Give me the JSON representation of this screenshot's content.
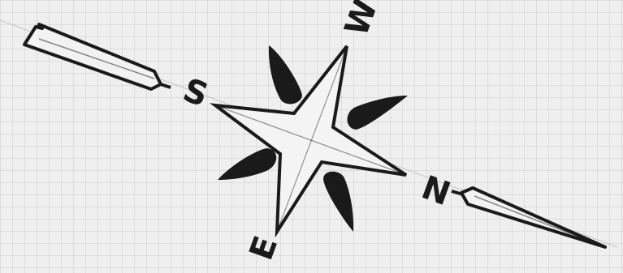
{
  "colors": {
    "paper": "#efefef",
    "grid": "#c9c9c9",
    "ink": "#1a1a1a"
  },
  "compass": {
    "labels": {
      "north": "N",
      "south": "S",
      "east": "E",
      "west": "W"
    },
    "icons": [
      "compass-rose-icon",
      "arrow-icon"
    ]
  }
}
